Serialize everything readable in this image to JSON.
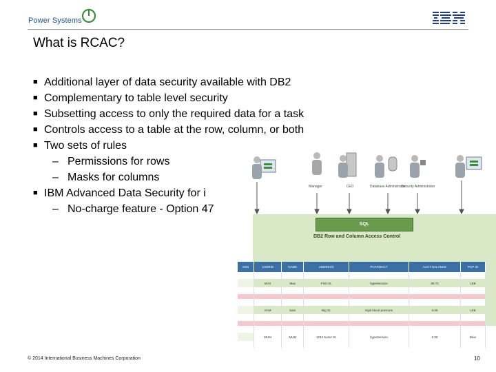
{
  "header": {
    "brand": "Power Systems",
    "ibm": "IBM"
  },
  "title": "What is RCAC?",
  "bullets": [
    {
      "text": "Additional layer of data security available with DB2"
    },
    {
      "text": "Complementary to table level security"
    },
    {
      "text": "Subsetting access to only the required data for a task"
    },
    {
      "text": "Controls access to a table at the row, column, or both"
    },
    {
      "text": "Two sets of rules",
      "sub": [
        "Permissions for rows",
        "Masks for columns"
      ]
    },
    {
      "text": "IBM Advanced Data Security for i",
      "sub": [
        "No-charge feature - Option 47"
      ]
    }
  ],
  "diagram": {
    "roles": [
      "Manager",
      "CEO",
      "Database Administrator",
      "Security Administrator"
    ],
    "sql_label": "SQL",
    "rcac_label": "DB2 Row and Column Access Control",
    "table_headers": [
      "SSN",
      "USERID",
      "NAME",
      "ADDRESS",
      "PHARMACY",
      "ACCT BALANCE",
      "PCP ID"
    ],
    "table_rows": [
      [
        "",
        "MAX",
        "Max",
        "First St.",
        "hypertension",
        "89.70",
        "LEE"
      ],
      [
        "",
        "SAM",
        "Sam",
        "Big St.",
        "High blood pressure",
        "0.00",
        "LEE"
      ],
      [
        "",
        "MUM",
        "MUM",
        "1234 Some St.",
        "hypertension",
        "0.00",
        "Blue"
      ]
    ]
  },
  "footer": {
    "copyright": "© 2014 International Business Machines Corporation",
    "page": "10"
  }
}
